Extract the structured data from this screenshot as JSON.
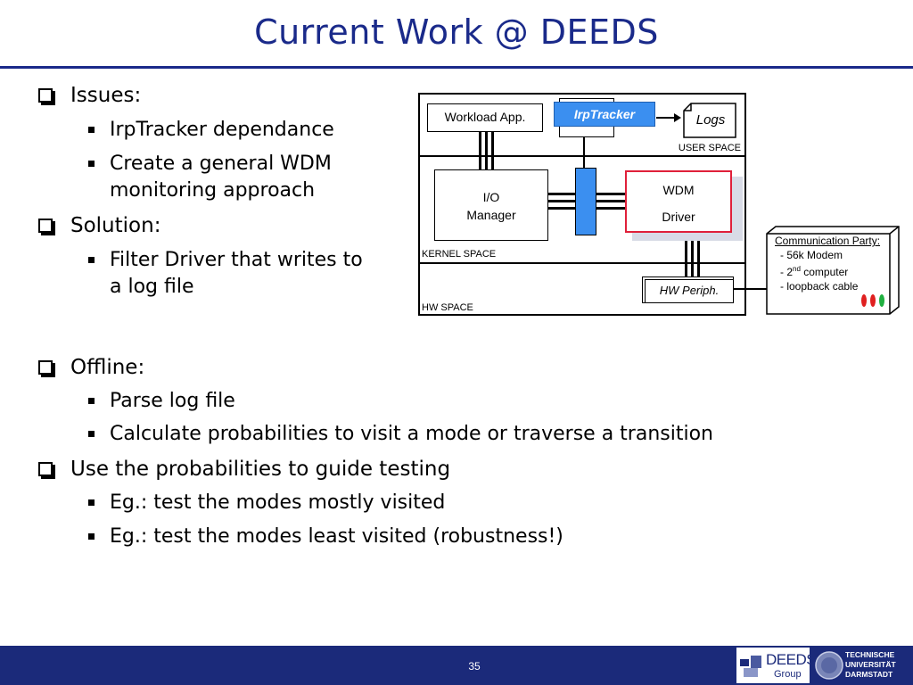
{
  "slide": {
    "title": "Current Work @ DEEDS",
    "page_number": "35"
  },
  "bullets": {
    "issues": "Issues:",
    "irptracker_dep": "IrpTracker dependance",
    "wdm_line1": "Create a general WDM",
    "wdm_line2": "monitoring approach",
    "solution": "Solution:",
    "filter_line1": "Filter Driver that writes to",
    "filter_line2": "a log file",
    "offline": "Offline:",
    "parse": "Parse log file",
    "calculate": "Calculate probabilities to visit a mode or traverse a transition",
    "use": "Use the probabilities to guide testing",
    "eg_most": "Eg.: test the modes mostly visited",
    "eg_least": "Eg.: test the modes least visited (robustness!)"
  },
  "diagram": {
    "workload": "Workload App.",
    "irptracker": "IrpTracker",
    "logs": "Logs",
    "user_space": "USER SPACE",
    "io_line1": "I/O",
    "io_line2": "Manager",
    "wdm_line1": "WDM",
    "wdm_line2": "Driver",
    "kernel_space": "KERNEL SPACE",
    "hw_periph": "HW Periph.",
    "hw_space": "HW SPACE",
    "comm_title": "Communication Party:",
    "comm_modem": "- 56k Modem",
    "comm_computer_pre": "- 2",
    "comm_computer_sup": "nd",
    "comm_computer_post": " computer",
    "comm_loopback": "- loopback cable"
  },
  "logos": {
    "deeds_main": "DEEDS",
    "deeds_sub": "Group",
    "tu_line1": "TECHNISCHE",
    "tu_line2": "UNIVERSITÄT",
    "tu_line3": "DARMSTADT"
  },
  "colors": {
    "title_blue": "#1a2a8a",
    "footer_blue": "#1b2a7a",
    "irptracker_blue": "#3b8ff0",
    "wdm_red": "#e0203a",
    "led_red": "#e02020",
    "led_green": "#20b040"
  }
}
